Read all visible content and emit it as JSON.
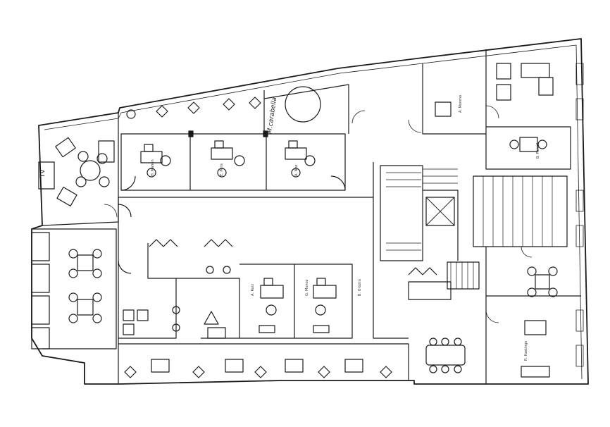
{
  "labels": {
    "tv": "TV",
    "handwriting": "M.carabella",
    "offices": [
      {
        "id": "h-mahon",
        "text": "H. Mahon"
      },
      {
        "id": "e-pons",
        "text": "E. Pons"
      },
      {
        "id": "a-noe",
        "text": "A. Noe"
      },
      {
        "id": "a-ruiz",
        "text": "A. Ruiz"
      },
      {
        "id": "g-munoz",
        "text": "G. Munoz"
      },
      {
        "id": "b-orozco",
        "text": "B. Orozco"
      },
      {
        "id": "r-hastings",
        "text": "R. Hastings"
      },
      {
        "id": "b-powell",
        "text": "B. Powell"
      },
      {
        "id": "a-moreno",
        "text": "A. Moreno"
      }
    ]
  }
}
